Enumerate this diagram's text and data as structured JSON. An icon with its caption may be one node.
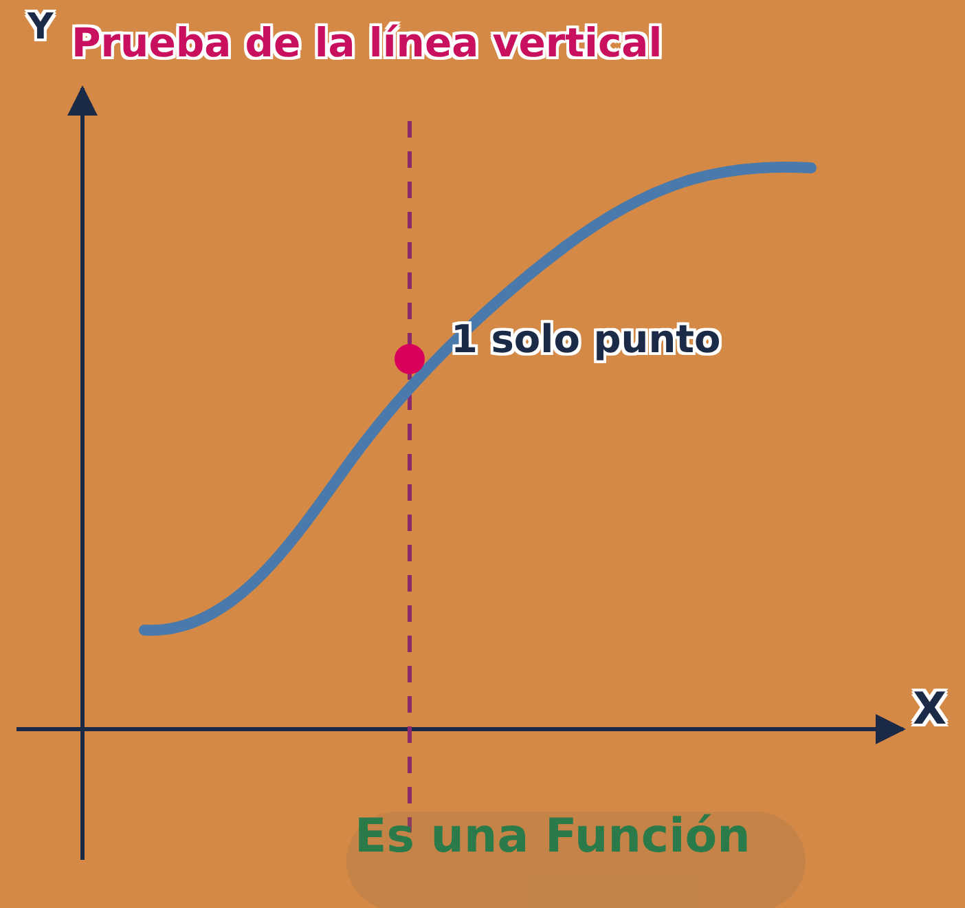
{
  "diagram": {
    "title": "Prueba de la línea vertical",
    "labels": [
      "Y",
      "X",
      "1 solo punto",
      "Es una Función"
    ]
  }
}
